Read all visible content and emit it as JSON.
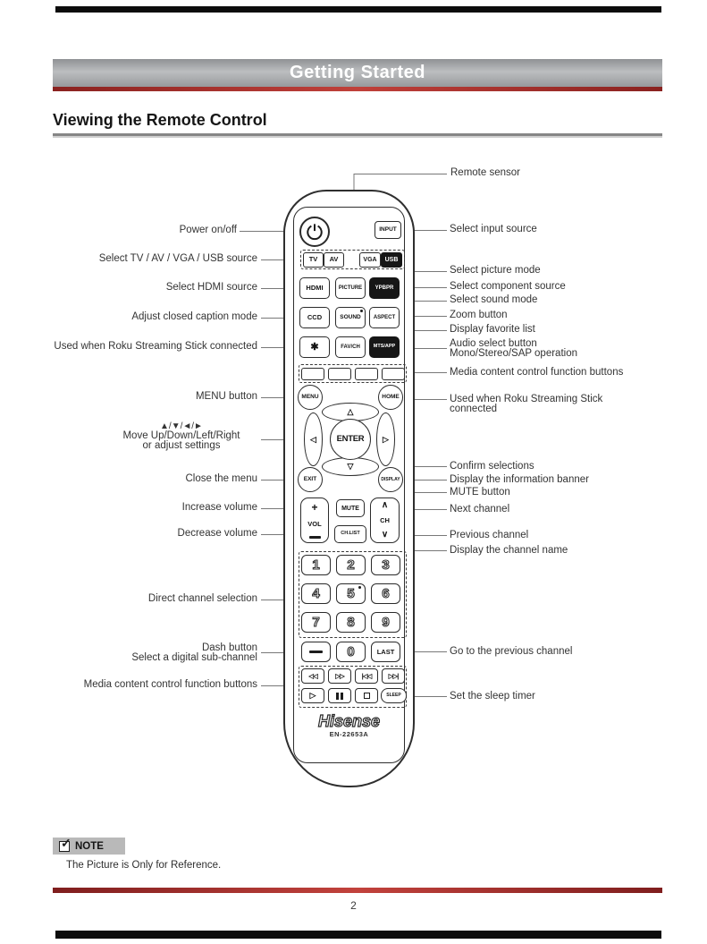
{
  "header": {
    "title": "Getting Started"
  },
  "section_title": "Viewing the Remote Control",
  "remote": {
    "brand": "Hisense",
    "model": "EN-22653A",
    "buttons": {
      "input": "INPUT",
      "tv": "TV",
      "av": "AV",
      "vga": "VGA",
      "usb": "USB",
      "hdmi": "HDMI",
      "picture": "PICTURE",
      "ypbpr": "YPBPR",
      "ccd": "CCD",
      "sound": "SOUND",
      "aspect": "ASPECT",
      "star": "✱",
      "fav_ch": "FAV/CH",
      "mts": "MTS/APP",
      "menu": "MENU",
      "home": "HOME",
      "up": "△",
      "down": "▽",
      "left": "◁",
      "right": "▷",
      "enter": "ENTER",
      "exit": "EXIT",
      "display": "DISPLAY",
      "vol_plus": "+",
      "vol": "VOL",
      "mute": "MUTE",
      "ch_list": "CH.LIST",
      "ch_up": "∧",
      "ch": "CH",
      "ch_down": "∨",
      "digits": {
        "d1": "1",
        "d2": "2",
        "d3": "3",
        "d4": "4",
        "d5": "5",
        "d6": "6",
        "d7": "7",
        "d8": "8",
        "d9": "9",
        "d0": "0"
      },
      "last": "LAST",
      "rewind": "◁◁",
      "fast_forward": "▷▷",
      "previous_track": "|◁◁",
      "next_track": "▷▷|",
      "play": "▷",
      "sleep": "SLEEP"
    }
  },
  "callouts_left": {
    "power": "Power on/off",
    "source": "Select TV / AV / VGA / USB source",
    "hdmi": "Select HDMI source",
    "ccd": "Adjust closed caption mode",
    "roku": "Used when Roku Streaming Stick connected",
    "menu": "MENU button",
    "arrows_line1": "▲/▼/◄/►",
    "arrows_line2": "Move Up/Down/Left/Right",
    "arrows_line3": "or adjust settings",
    "exit": "Close the menu",
    "vol_up": "Increase volume",
    "vol_down": "Decrease volume",
    "digits": "Direct channel selection",
    "dash_line1": "Dash button",
    "dash_line2": "Select a digital sub-channel",
    "media": "Media content control function buttons"
  },
  "callouts_right": {
    "sensor": "Remote sensor",
    "input": "Select input source",
    "picture": "Select picture mode",
    "component": "Select component source",
    "sound": "Select sound mode",
    "zoom": "Zoom button",
    "favorite": "Display favorite list",
    "audio_line1": "Audio select button",
    "audio_line2": "Mono/Stereo/SAP operation",
    "media": "Media content control function buttons",
    "home_line1": "Used when Roku Streaming Stick",
    "home_line2": "connected",
    "enter": "Confirm selections",
    "display": "Display the information banner",
    "mute": "MUTE button",
    "ch_up": "Next channel",
    "ch_down": "Previous channel",
    "ch_list": "Display the channel name",
    "last": "Go to the previous channel",
    "sleep": "Set the sleep timer"
  },
  "note": {
    "label": "NOTE",
    "text": "The Picture is Only for Reference."
  },
  "footer": {
    "page_number": "2"
  },
  "colors": {
    "accent_red": "#8a2220",
    "header_gray": "#a7a9ac",
    "note_badge_gray": "#b9b9b9"
  }
}
